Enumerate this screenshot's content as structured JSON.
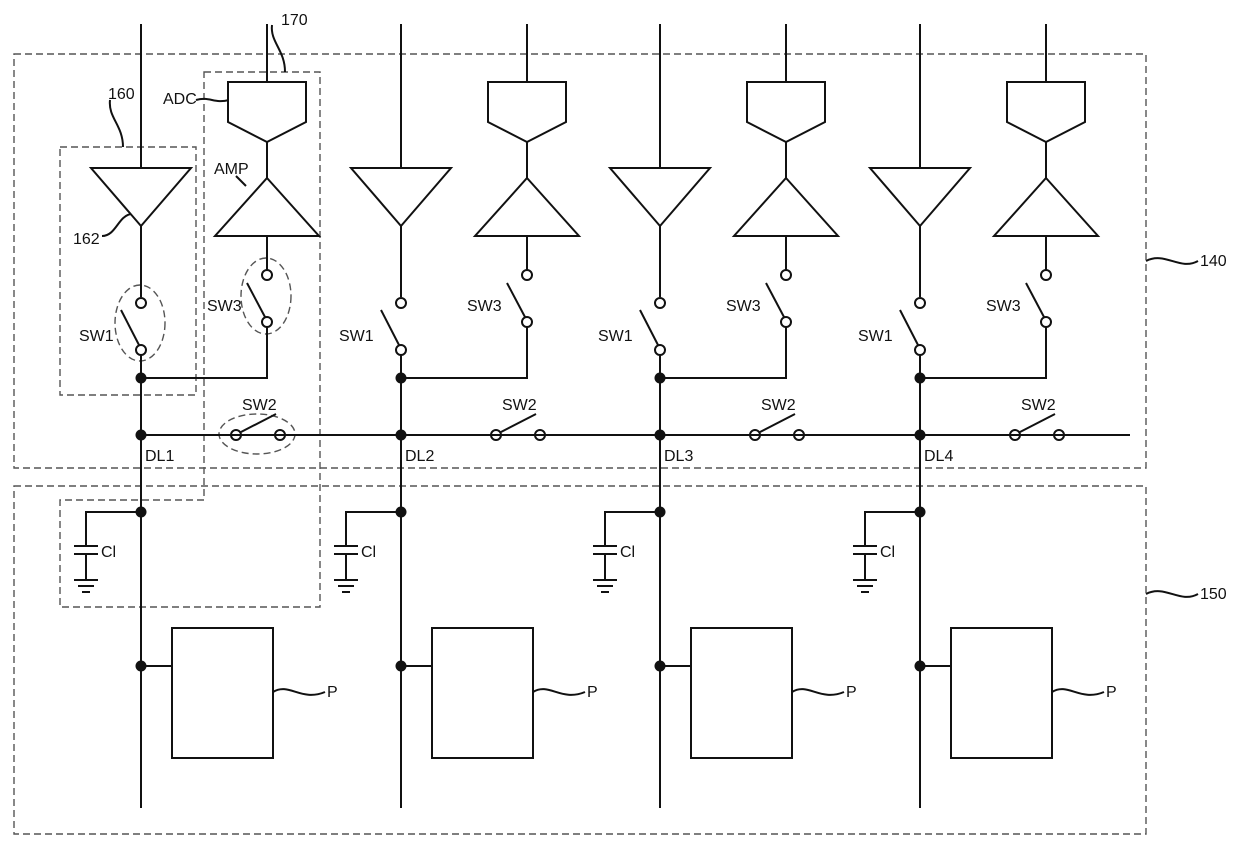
{
  "refs": {
    "region_140": "140",
    "region_150": "150",
    "block_160": "160",
    "block_170": "170",
    "adc": "ADC",
    "amp": "AMP",
    "buffer_162": "162"
  },
  "columns": [
    {
      "dl": "DL1",
      "sw1": "SW1",
      "sw2": "SW2",
      "sw3": "SW3",
      "cap": "Cl",
      "pixel": "P"
    },
    {
      "dl": "DL2",
      "sw1": "SW1",
      "sw2": "SW2",
      "sw3": "SW3",
      "cap": "Cl",
      "pixel": "P"
    },
    {
      "dl": "DL3",
      "sw1": "SW1",
      "sw2": "SW2",
      "sw3": "SW3",
      "cap": "Cl",
      "pixel": "P"
    },
    {
      "dl": "DL4",
      "sw1": "SW1",
      "sw2": "SW2",
      "sw3": "SW3",
      "cap": "Cl",
      "pixel": "P"
    }
  ]
}
